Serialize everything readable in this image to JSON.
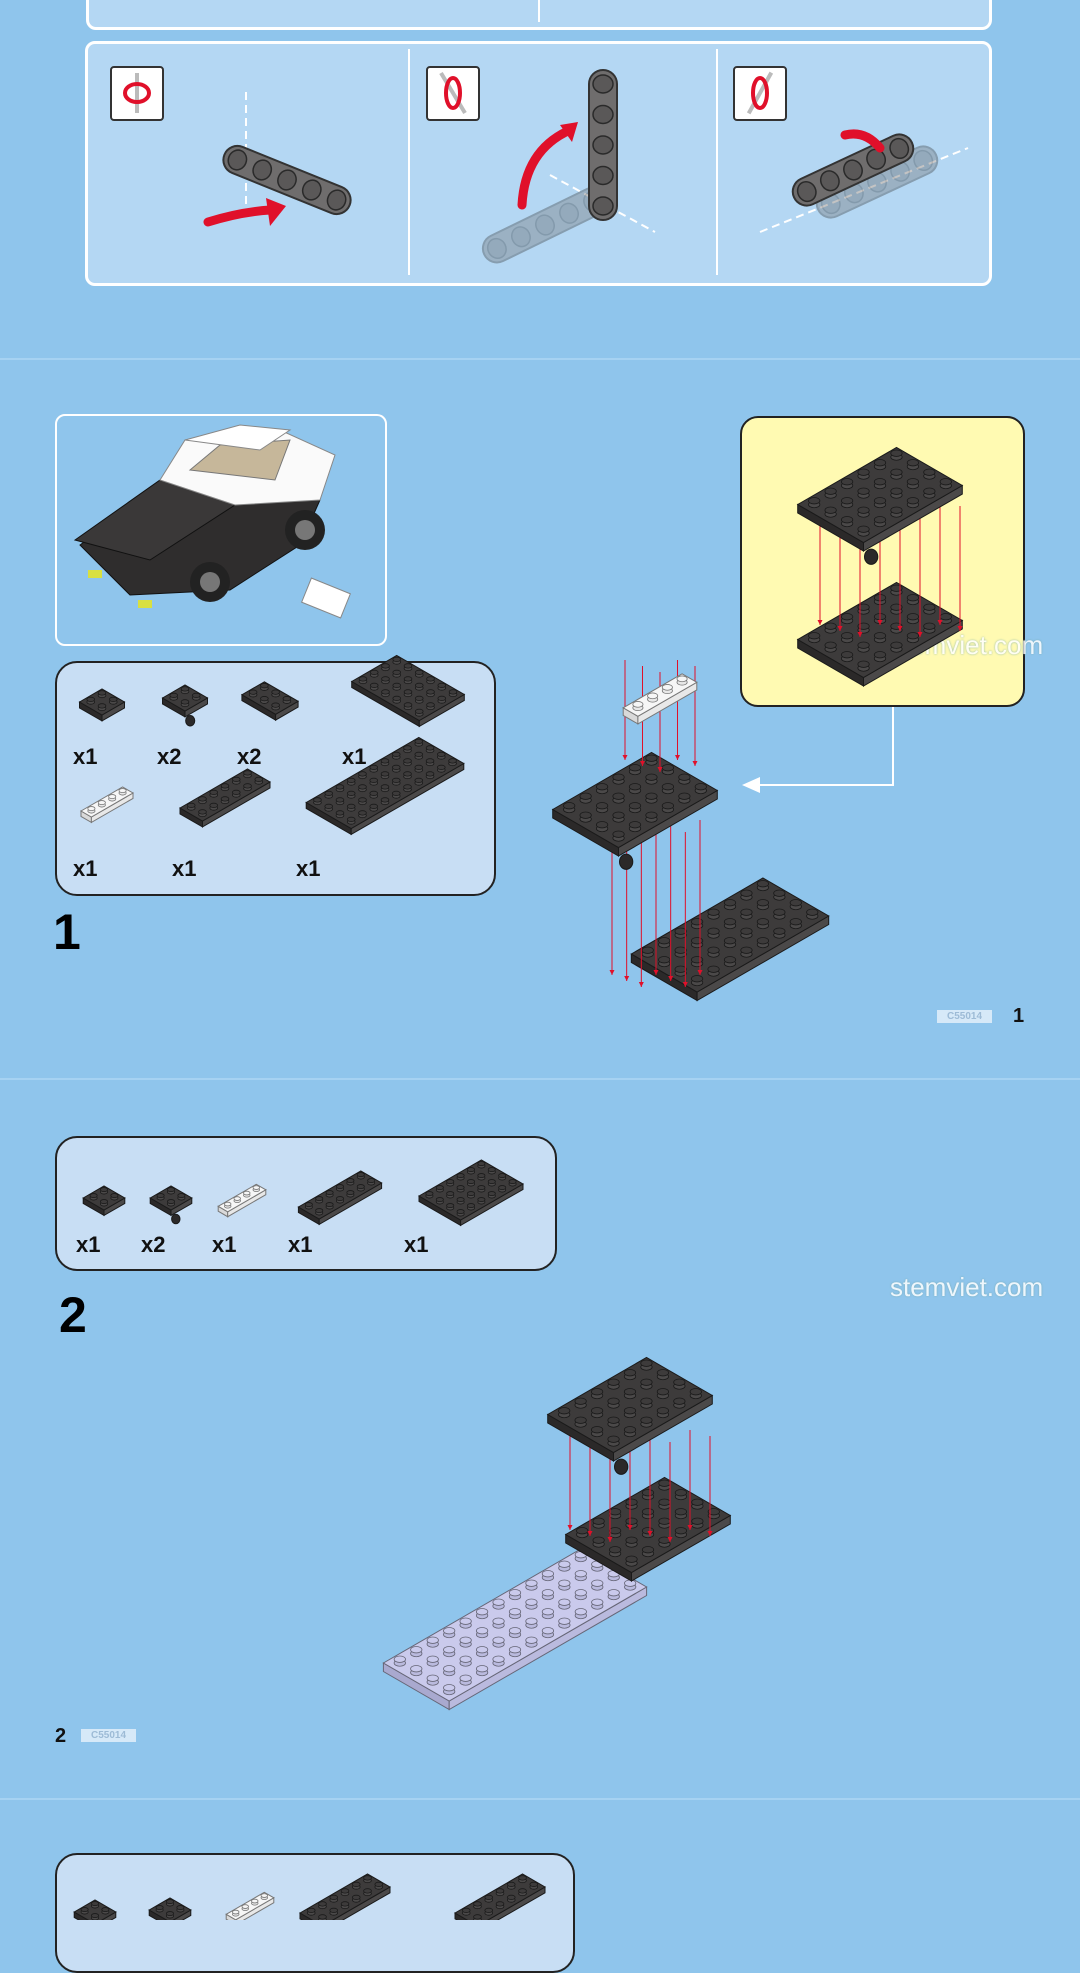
{
  "watermark": "stemviet.com",
  "set_code": "C55014",
  "colors": {
    "background": "#8fc5ec",
    "dark_brick": "#3b3939",
    "white_brick": "#f4f4f4",
    "lavender_brick": "#c9c9ea",
    "arrow": "#e0102a",
    "callout": "#fffab2"
  },
  "rotation_help": {
    "icons": [
      "rotate-vertical-axis-icon",
      "rotate-flip-forward-icon",
      "rotate-flip-sideways-icon"
    ]
  },
  "steps": [
    {
      "number": "1",
      "page_number": "1",
      "parts": [
        {
          "qty": "x1",
          "studs": [
            2,
            2
          ],
          "color": "dark"
        },
        {
          "qty": "x2",
          "studs": [
            2,
            2
          ],
          "color": "dark",
          "pin": true
        },
        {
          "qty": "x2",
          "studs": [
            2,
            3
          ],
          "color": "dark"
        },
        {
          "qty": "x1",
          "studs": [
            4,
            6
          ],
          "color": "dark"
        },
        {
          "qty": "x1",
          "studs": [
            4,
            1
          ],
          "color": "white"
        },
        {
          "qty": "x1",
          "studs": [
            6,
            2
          ],
          "color": "dark"
        },
        {
          "qty": "x1",
          "studs": [
            10,
            4
          ],
          "color": "dark"
        }
      ]
    },
    {
      "number": "2",
      "page_number": "2",
      "parts": [
        {
          "qty": "x1",
          "studs": [
            2,
            2
          ],
          "color": "dark"
        },
        {
          "qty": "x2",
          "studs": [
            2,
            2
          ],
          "color": "dark",
          "pin": true
        },
        {
          "qty": "x1",
          "studs": [
            4,
            1
          ],
          "color": "white"
        },
        {
          "qty": "x1",
          "studs": [
            6,
            2
          ],
          "color": "dark"
        },
        {
          "qty": "x1",
          "studs": [
            6,
            4
          ],
          "color": "dark"
        }
      ]
    }
  ]
}
